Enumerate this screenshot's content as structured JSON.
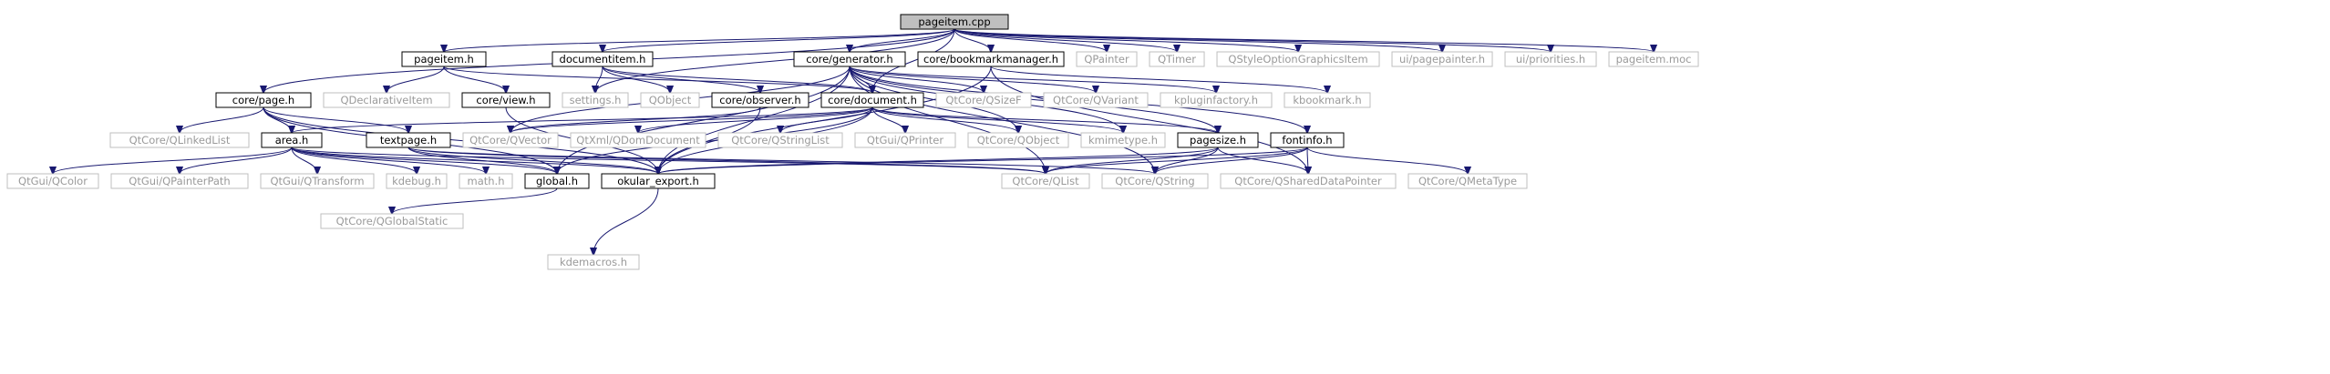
{
  "colors": {
    "edge": "#191970",
    "root_fill": "#bfbfbf",
    "root_border": "#000000",
    "documented_border": "#000000",
    "external_border": "#bfbfbf",
    "documented_text": "#000000",
    "external_text": "#9a9a9a"
  },
  "graph": {
    "nodes": [
      {
        "id": "root",
        "label": "pageitem.cpp",
        "kind": "root"
      },
      {
        "id": "page",
        "label": "core/page.h",
        "kind": "documented"
      },
      {
        "id": "pageitemh",
        "label": "pageitem.h",
        "kind": "documented"
      },
      {
        "id": "documentitem",
        "label": "documentitem.h",
        "kind": "documented"
      },
      {
        "id": "generator",
        "label": "core/generator.h",
        "kind": "documented"
      },
      {
        "id": "bookmarkmanager",
        "label": "core/bookmarkmanager.h",
        "kind": "documented"
      },
      {
        "id": "qpainter",
        "label": "QPainter",
        "kind": "external"
      },
      {
        "id": "qtimer",
        "label": "QTimer",
        "kind": "external"
      },
      {
        "id": "qstyleopt",
        "label": "QStyleOptionGraphicsItem",
        "kind": "external"
      },
      {
        "id": "pagepainter",
        "label": "ui/pagepainter.h",
        "kind": "external"
      },
      {
        "id": "priorities",
        "label": "ui/priorities.h",
        "kind": "external"
      },
      {
        "id": "pageitemmoc",
        "label": "pageitem.moc",
        "kind": "external"
      },
      {
        "id": "qdecl",
        "label": "QDeclarativeItem",
        "kind": "external"
      },
      {
        "id": "coreview",
        "label": "core/view.h",
        "kind": "documented"
      },
      {
        "id": "settings",
        "label": "settings.h",
        "kind": "external"
      },
      {
        "id": "qobject",
        "label": "QObject",
        "kind": "external"
      },
      {
        "id": "observer",
        "label": "core/observer.h",
        "kind": "documented"
      },
      {
        "id": "document",
        "label": "core/document.h",
        "kind": "documented"
      },
      {
        "id": "qsizef",
        "label": "QtCore/QSizeF",
        "kind": "external"
      },
      {
        "id": "qvariant",
        "label": "QtCore/QVariant",
        "kind": "external"
      },
      {
        "id": "kplugin",
        "label": "kpluginfactory.h",
        "kind": "external"
      },
      {
        "id": "kbookmark",
        "label": "kbookmark.h",
        "kind": "external"
      },
      {
        "id": "qlinkedlist",
        "label": "QtCore/QLinkedList",
        "kind": "external"
      },
      {
        "id": "area",
        "label": "area.h",
        "kind": "documented"
      },
      {
        "id": "textpage",
        "label": "textpage.h",
        "kind": "documented"
      },
      {
        "id": "qvector",
        "label": "QtCore/QVector",
        "kind": "external"
      },
      {
        "id": "qdomdoc",
        "label": "QtXml/QDomDocument",
        "kind": "external"
      },
      {
        "id": "qstringlist",
        "label": "QtCore/QStringList",
        "kind": "external"
      },
      {
        "id": "qprinter",
        "label": "QtGui/QPrinter",
        "kind": "external"
      },
      {
        "id": "qtqobject",
        "label": "QtCore/QObject",
        "kind": "external"
      },
      {
        "id": "kmimetype",
        "label": "kmimetype.h",
        "kind": "external"
      },
      {
        "id": "pagesize",
        "label": "pagesize.h",
        "kind": "documented"
      },
      {
        "id": "fontinfo",
        "label": "fontinfo.h",
        "kind": "documented"
      },
      {
        "id": "qcolor",
        "label": "QtGui/QColor",
        "kind": "external"
      },
      {
        "id": "qpainterpath",
        "label": "QtGui/QPainterPath",
        "kind": "external"
      },
      {
        "id": "qtransform",
        "label": "QtGui/QTransform",
        "kind": "external"
      },
      {
        "id": "kdebug",
        "label": "kdebug.h",
        "kind": "external"
      },
      {
        "id": "math",
        "label": "math.h",
        "kind": "external"
      },
      {
        "id": "global",
        "label": "global.h",
        "kind": "documented"
      },
      {
        "id": "okular",
        "label": "okular_export.h",
        "kind": "documented"
      },
      {
        "id": "qlist",
        "label": "QtCore/QList",
        "kind": "external"
      },
      {
        "id": "qstring",
        "label": "QtCore/QString",
        "kind": "external"
      },
      {
        "id": "qshared",
        "label": "QtCore/QSharedDataPointer",
        "kind": "external"
      },
      {
        "id": "qmetatype",
        "label": "QtCore/QMetaType",
        "kind": "external"
      },
      {
        "id": "qglobalstatic",
        "label": "QtCore/QGlobalStatic",
        "kind": "external"
      },
      {
        "id": "kdemacros",
        "label": "kdemacros.h",
        "kind": "external"
      }
    ],
    "edges": [
      [
        "root",
        "page"
      ],
      [
        "root",
        "pageitemh"
      ],
      [
        "root",
        "documentitem"
      ],
      [
        "root",
        "settings"
      ],
      [
        "root",
        "document"
      ],
      [
        "root",
        "generator"
      ],
      [
        "root",
        "bookmarkmanager"
      ],
      [
        "root",
        "qpainter"
      ],
      [
        "root",
        "qtimer"
      ],
      [
        "root",
        "qstyleopt"
      ],
      [
        "root",
        "pagepainter"
      ],
      [
        "root",
        "priorities"
      ],
      [
        "root",
        "pageitemmoc"
      ],
      [
        "pageitemh",
        "qdecl"
      ],
      [
        "pageitemh",
        "coreview"
      ],
      [
        "pageitemh",
        "document"
      ],
      [
        "documentitem",
        "settings"
      ],
      [
        "documentitem",
        "qobject"
      ],
      [
        "documentitem",
        "observer"
      ],
      [
        "documentitem",
        "document"
      ],
      [
        "page",
        "qlinkedlist"
      ],
      [
        "page",
        "area"
      ],
      [
        "page",
        "textpage"
      ],
      [
        "page",
        "global"
      ],
      [
        "page",
        "okular"
      ],
      [
        "coreview",
        "okular"
      ],
      [
        "observer",
        "qvector"
      ],
      [
        "observer",
        "okular"
      ],
      [
        "document",
        "area"
      ],
      [
        "document",
        "qvector"
      ],
      [
        "document",
        "qdomdoc"
      ],
      [
        "document",
        "qstringlist"
      ],
      [
        "document",
        "qprinter"
      ],
      [
        "document",
        "qtqobject"
      ],
      [
        "document",
        "kmimetype"
      ],
      [
        "document",
        "pagesize"
      ],
      [
        "document",
        "okular"
      ],
      [
        "document",
        "global"
      ],
      [
        "generator",
        "qvector"
      ],
      [
        "generator",
        "qsizef"
      ],
      [
        "generator",
        "qvariant"
      ],
      [
        "generator",
        "kplugin"
      ],
      [
        "generator",
        "kmimetype"
      ],
      [
        "generator",
        "qtqobject"
      ],
      [
        "generator",
        "document"
      ],
      [
        "generator",
        "pagesize"
      ],
      [
        "generator",
        "fontinfo"
      ],
      [
        "generator",
        "qlist"
      ],
      [
        "generator",
        "qstring"
      ],
      [
        "generator",
        "okular"
      ],
      [
        "generator",
        "global"
      ],
      [
        "bookmarkmanager",
        "kbookmark"
      ],
      [
        "bookmarkmanager",
        "qshared"
      ],
      [
        "bookmarkmanager",
        "okular"
      ],
      [
        "area",
        "qcolor"
      ],
      [
        "area",
        "qpainterpath"
      ],
      [
        "area",
        "qtransform"
      ],
      [
        "area",
        "kdebug"
      ],
      [
        "area",
        "math"
      ],
      [
        "area",
        "global"
      ],
      [
        "area",
        "okular"
      ],
      [
        "area",
        "qlist"
      ],
      [
        "textpage",
        "global"
      ],
      [
        "textpage",
        "okular"
      ],
      [
        "textpage",
        "qlist"
      ],
      [
        "textpage",
        "qstring"
      ],
      [
        "pagesize",
        "qlist"
      ],
      [
        "pagesize",
        "qstring"
      ],
      [
        "pagesize",
        "qshared"
      ],
      [
        "pagesize",
        "okular"
      ],
      [
        "fontinfo",
        "qlist"
      ],
      [
        "fontinfo",
        "qstring"
      ],
      [
        "fontinfo",
        "qshared"
      ],
      [
        "fontinfo",
        "qmetatype"
      ],
      [
        "fontinfo",
        "okular"
      ],
      [
        "global",
        "qglobalstatic"
      ],
      [
        "okular",
        "kdemacros"
      ]
    ]
  }
}
